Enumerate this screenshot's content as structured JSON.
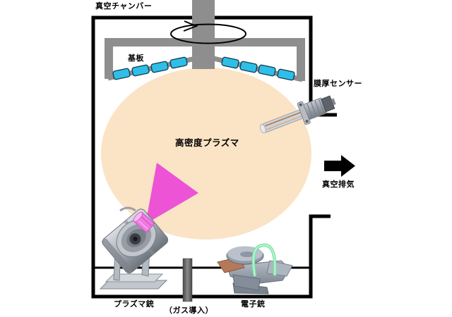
{
  "labels": {
    "chamber": "真空チャンバー",
    "substrate": "基板",
    "thickness_sensor": "膜厚センサー",
    "plasma": "高密度プラズマ",
    "exhaust": "真空排気",
    "plasma_gun": "プラズマ銃",
    "gas_inlet": "（ガス導入）",
    "electron_gun": "電子銃"
  },
  "colors": {
    "plasma_cloud": "#fbe3c5",
    "plasma_beam": "#ec53d5",
    "substrate": "#2ebfe9",
    "holder_gray": "#8e8e8e",
    "chamber_wall": "#000000",
    "electron_beam": "#7ce6a8",
    "exhaust_arrow": "#000000"
  },
  "components": {
    "substrate_count": 8
  }
}
